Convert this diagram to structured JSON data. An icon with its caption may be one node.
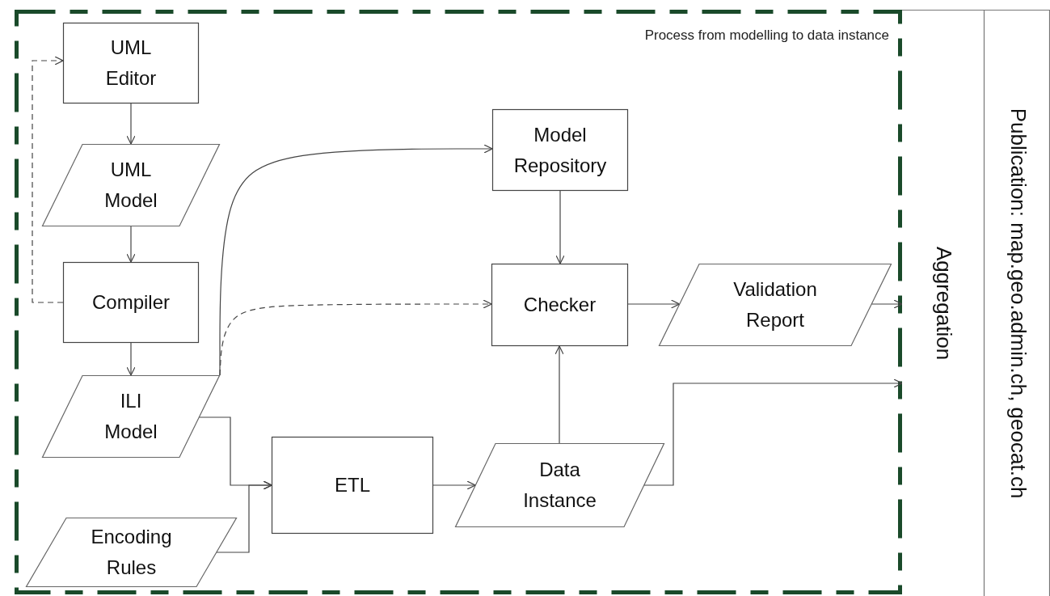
{
  "diagram": {
    "nodes": [
      {
        "text": [
          "Process from modelling to data instance"
        ]
      },
      {
        "text": [
          "UML Editor"
        ],
        "in": 0
      },
      {
        "text": [
          "UML Model"
        ],
        "in": 0
      },
      {
        "text": [
          "Compiler"
        ],
        "in": 0
      },
      {
        "text": [
          "ILI Model"
        ],
        "in": 0
      },
      {
        "text": [
          "Encoding Rules"
        ],
        "in": 0
      },
      {
        "text": [
          "ETL"
        ],
        "in": 0
      },
      {
        "text": [
          "Model Repository"
        ],
        "in": 0
      },
      {
        "text": [
          "Checker"
        ],
        "in": 0
      },
      {
        "text": [
          "Validation Report"
        ],
        "in": 0
      },
      {
        "text": [
          "Data Instance"
        ],
        "in": 0
      },
      {
        "text": [
          "Aggregation"
        ]
      },
      {
        "text": [
          "Publication: map.geo.admin.ch, geocat.ch"
        ]
      }
    ],
    "edges": [
      {
        "from": 1,
        "to": 2,
        "arrow": "to"
      },
      {
        "from": 2,
        "to": 3,
        "arrow": "to"
      },
      {
        "from": 3,
        "to": 1,
        "arrow": "to",
        "style": "dashed"
      },
      {
        "from": 3,
        "to": 4,
        "arrow": "to"
      },
      {
        "from": 4,
        "to": 7,
        "arrow": "to"
      },
      {
        "from": 4,
        "to": 8,
        "arrow": "to",
        "style": "dashed"
      },
      {
        "from": 4,
        "to": 6,
        "arrow": "to"
      },
      {
        "from": 5,
        "to": 6,
        "arrow": "to"
      },
      {
        "from": 6,
        "to": 10,
        "arrow": "to"
      },
      {
        "from": 7,
        "to": 8,
        "arrow": "to"
      },
      {
        "from": 10,
        "to": 8,
        "arrow": "to"
      },
      {
        "from": 8,
        "to": 9,
        "arrow": "to"
      },
      {
        "from": 9,
        "to": 11,
        "arrow": "to"
      },
      {
        "from": 10,
        "to": 11,
        "arrow": "to"
      }
    ]
  }
}
